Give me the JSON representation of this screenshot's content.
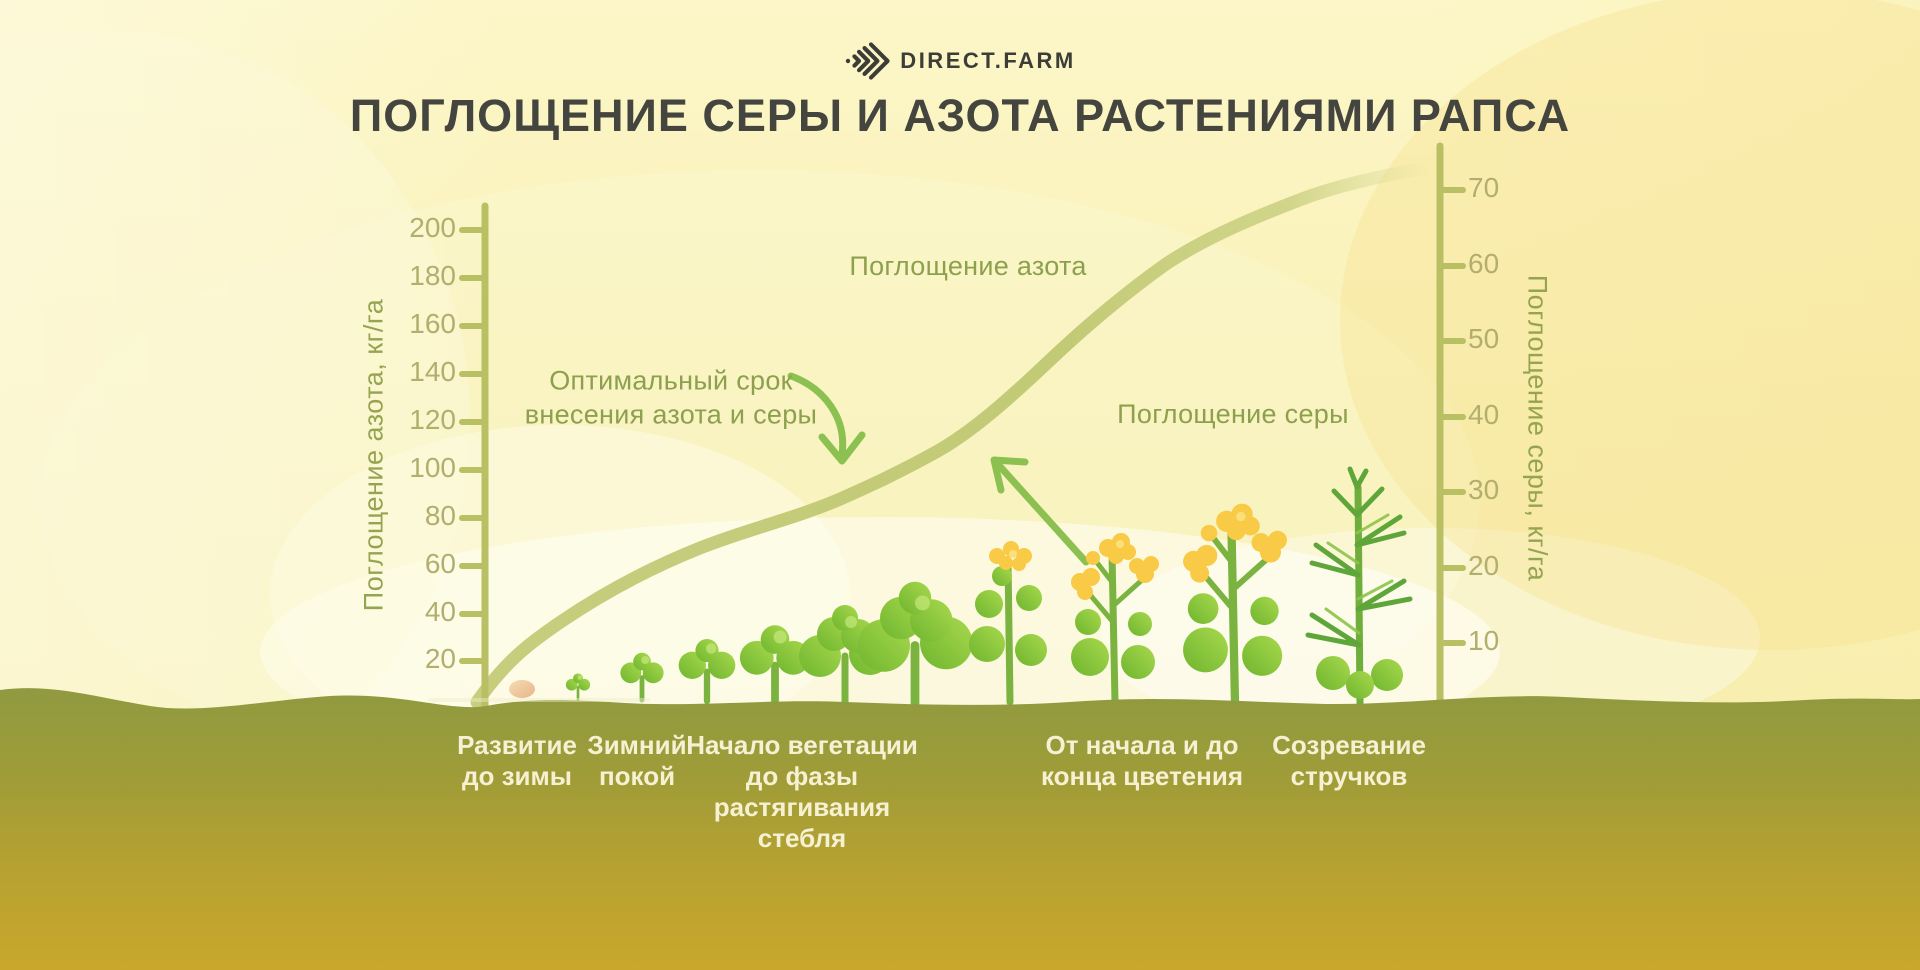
{
  "logo": {
    "brand": "DIRECT.FARM",
    "icon": "chevrons-icon"
  },
  "title": "ПОГЛОЩЕНИЕ СЕРЫ И АЗОТА РАСТЕНИЯМИ РАПСА",
  "chart_data": {
    "type": "line",
    "title": "Поглощение серы и азота растениями рапса",
    "grid": false,
    "legend_position": "none",
    "description": "Одна S-образная кривая поглощения, читаемая по двум осям (азот слева, сера справа); под кривой — стадии развития рапса от семени до созревания стручков",
    "y_axis_left": {
      "label": "Поглощение азота, кг/га",
      "ticks": [
        "200",
        "180",
        "160",
        "140",
        "120",
        "100",
        "80",
        "60",
        "40",
        "20"
      ],
      "range": [
        0,
        210
      ]
    },
    "y_axis_right": {
      "label": "Поглощение серы, кг/га",
      "ticks": [
        "70",
        "60",
        "50",
        "40",
        "30",
        "20",
        "10"
      ],
      "range": [
        0,
        75
      ]
    },
    "x_categories": [
      "Развитие до зимы",
      "Зимний покой",
      "Начало вегетации до фазы растягивания стебля",
      "От начала и до конца цветения",
      "Созревание стручков"
    ],
    "series": [
      {
        "name": "Поглощение азота",
        "axis": "left",
        "unit": "кг/га",
        "values_at_stages": [
          18,
          56,
          80,
          175,
          220
        ]
      },
      {
        "name": "Поглощение серы",
        "axis": "right",
        "unit": "кг/га",
        "values_at_stages": [
          7,
          19,
          28,
          58,
          72
        ]
      }
    ],
    "annotations": [
      {
        "id": "nitrogen",
        "text": "Поглощение азота"
      },
      {
        "id": "optimal",
        "text": "Оптимальный срок внесения азота и серы"
      },
      {
        "id": "sulfur",
        "text": "Поглощение серы"
      }
    ]
  },
  "colors": {
    "accent_arrow_green": "#8cc152",
    "curve_olive": "#c3cb78",
    "axis_olive": "#b9bf63",
    "tick_text": "#b2ae6e",
    "annotation_green": "#8da04e",
    "title_text": "#45453f",
    "ground_top": "#8f9a41",
    "ground_bottom": "#c9a72c",
    "leaf_green": "#8cc63e",
    "flower_yellow": "#f8ca45",
    "stage_label_text": "#f6f1d2"
  }
}
